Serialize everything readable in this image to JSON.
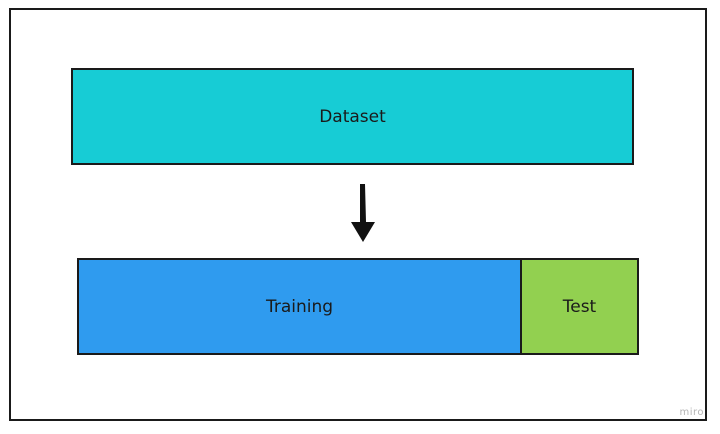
{
  "diagram": {
    "source": {
      "label": "Dataset",
      "color": "#17ccd5"
    },
    "splits": [
      {
        "label": "Training",
        "color": "#2f9bef",
        "share": 0.79
      },
      {
        "label": "Test",
        "color": "#92d050",
        "share": 0.21
      }
    ],
    "arrow_icon": "arrow-down-icon",
    "stroke_color": "#1a1a1a"
  },
  "watermark": {
    "text": "miro"
  }
}
